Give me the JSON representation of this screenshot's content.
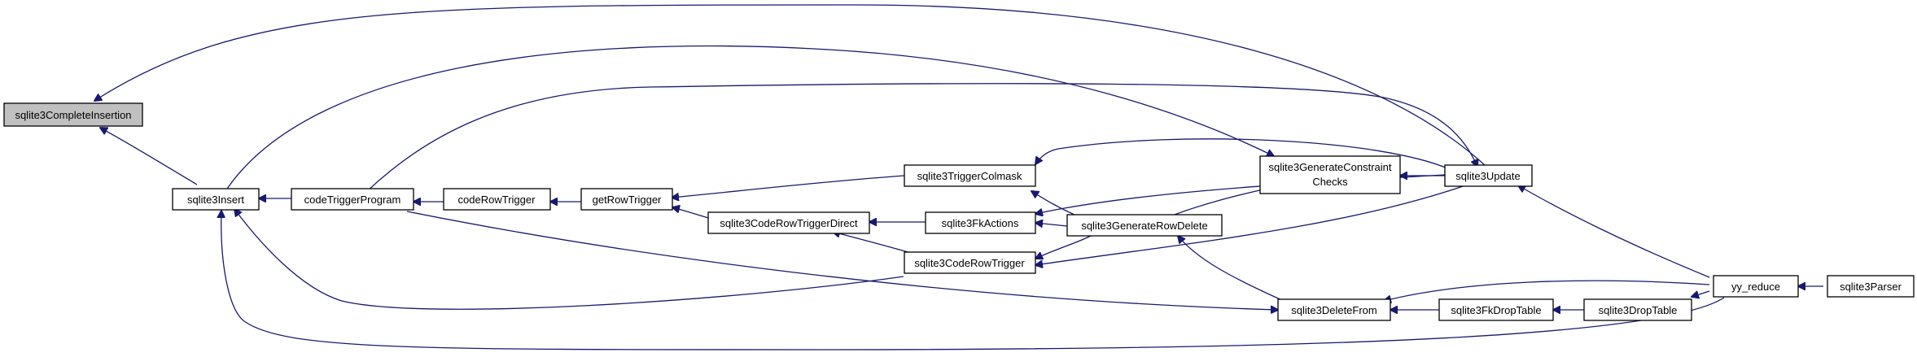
{
  "graph": {
    "title": "",
    "colors": {
      "edge": "#191970",
      "focus_fill": "#c0c0c0",
      "node_fill": "#ffffff",
      "node_border": "#000000"
    },
    "nodes": {
      "complete_insertion": "sqlite3CompleteInsertion",
      "insert": "sqlite3Insert",
      "code_trigger_program": "codeTriggerProgram",
      "code_row_trigger": "codeRowTrigger",
      "get_row_trigger": "getRowTrigger",
      "trigger_colmask": "sqlite3TriggerColmask",
      "code_row_trigger_direct": "sqlite3CodeRowTriggerDirect",
      "fk_actions": "sqlite3FkActions",
      "code_row_trigger_b": "sqlite3CodeRowTrigger",
      "generate_constraint_checks_1": "sqlite3GenerateConstraint",
      "generate_constraint_checks_2": "Checks",
      "generate_row_delete": "sqlite3GenerateRowDelete",
      "update": "sqlite3Update",
      "delete_from": "sqlite3DeleteFrom",
      "fk_drop_table": "sqlite3FkDropTable",
      "drop_table": "sqlite3DropTable",
      "yy_reduce": "yy_reduce",
      "parser": "sqlite3Parser"
    },
    "edges": [
      {
        "from": "insert",
        "to": "complete_insertion"
      },
      {
        "from": "update",
        "to": "complete_insertion"
      },
      {
        "from": "code_trigger_program",
        "to": "insert"
      },
      {
        "from": "code_row_trigger_b",
        "to": "insert"
      },
      {
        "from": "yy_reduce",
        "to": "insert"
      },
      {
        "from": "code_row_trigger",
        "to": "code_trigger_program"
      },
      {
        "from": "get_row_trigger",
        "to": "code_row_trigger"
      },
      {
        "from": "trigger_colmask",
        "to": "get_row_trigger"
      },
      {
        "from": "code_row_trigger_direct",
        "to": "get_row_trigger"
      },
      {
        "from": "update",
        "to": "trigger_colmask"
      },
      {
        "from": "fk_actions",
        "to": "code_row_trigger_direct"
      },
      {
        "from": "code_row_trigger_b",
        "to": "code_row_trigger_direct"
      },
      {
        "from": "generate_row_delete",
        "to": "fk_actions"
      },
      {
        "from": "update",
        "to": "fk_actions"
      },
      {
        "from": "generate_row_delete",
        "to": "code_row_trigger_b"
      },
      {
        "from": "update",
        "to": "code_row_trigger_b"
      },
      {
        "from": "insert",
        "to": "generate_constraint_checks"
      },
      {
        "from": "update",
        "to": "generate_constraint_checks"
      },
      {
        "from": "generate_row_delete",
        "to": "trigger_colmask"
      },
      {
        "from": "delete_from",
        "to": "generate_row_delete"
      },
      {
        "from": "generate_row_delete",
        "to": "generate_constraint_checks"
      },
      {
        "from": "code_trigger_program",
        "to": "update"
      },
      {
        "from": "code_trigger_program",
        "to": "delete_from"
      },
      {
        "from": "yy_reduce",
        "to": "update"
      },
      {
        "from": "fk_drop_table",
        "to": "delete_from"
      },
      {
        "from": "yy_reduce",
        "to": "delete_from"
      },
      {
        "from": "drop_table",
        "to": "fk_drop_table"
      },
      {
        "from": "yy_reduce",
        "to": "drop_table"
      },
      {
        "from": "parser",
        "to": "yy_reduce"
      }
    ]
  }
}
